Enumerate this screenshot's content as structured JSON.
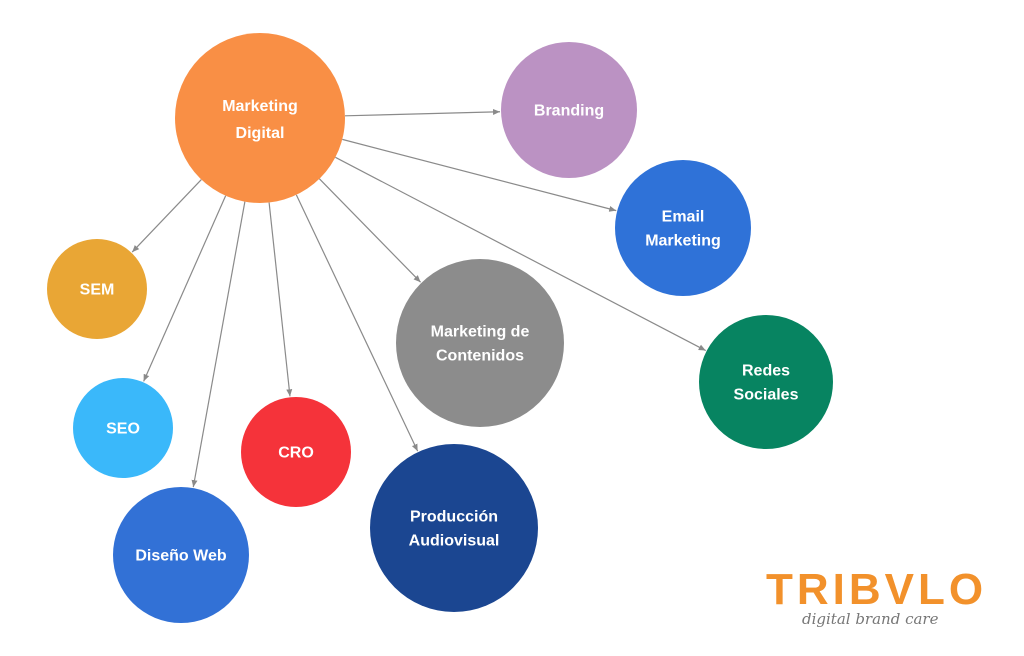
{
  "diagram": {
    "root": {
      "id": "root",
      "label": [
        "Marketing",
        "Digital"
      ],
      "color": "#F98F45"
    },
    "nodes": [
      {
        "id": "branding",
        "label": [
          "Branding"
        ],
        "color": "#BB92C3"
      },
      {
        "id": "email",
        "label": [
          "Email",
          "Marketing"
        ],
        "color": "#2F72D8"
      },
      {
        "id": "redes",
        "label": [
          "Redes",
          "Sociales"
        ],
        "color": "#078461"
      },
      {
        "id": "contenidos",
        "label": [
          "Marketing de",
          "Contenidos"
        ],
        "color": "#8C8C8C"
      },
      {
        "id": "audiovisual",
        "label": [
          "Producción",
          "Audiovisual"
        ],
        "color": "#1B4691"
      },
      {
        "id": "cro",
        "label": [
          "CRO"
        ],
        "color": "#F5333A"
      },
      {
        "id": "diseno",
        "label": [
          "Diseño Web"
        ],
        "color": "#3271D6"
      },
      {
        "id": "seo",
        "label": [
          "SEO"
        ],
        "color": "#3AB8FA"
      },
      {
        "id": "sem",
        "label": [
          "SEM"
        ],
        "color": "#E9A635"
      }
    ],
    "edges": [
      [
        "root",
        "branding"
      ],
      [
        "root",
        "email"
      ],
      [
        "root",
        "redes"
      ],
      [
        "root",
        "contenidos"
      ],
      [
        "root",
        "audiovisual"
      ],
      [
        "root",
        "cro"
      ],
      [
        "root",
        "diseno"
      ],
      [
        "root",
        "seo"
      ],
      [
        "root",
        "sem"
      ]
    ],
    "edge_color": "#8A8A8A"
  },
  "logo": {
    "wordmark": "TRIBVLO",
    "tagline": "digital brand care",
    "color": "#F2912B"
  }
}
